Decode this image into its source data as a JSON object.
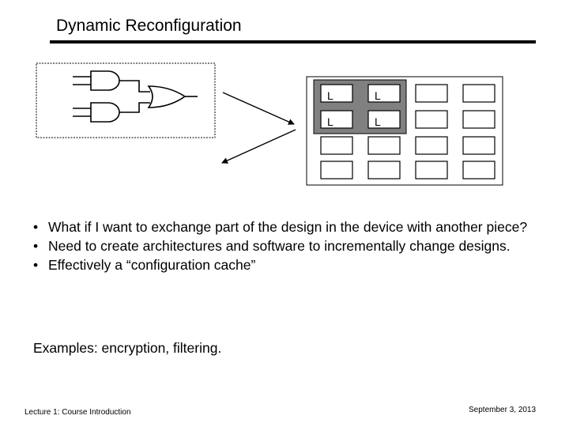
{
  "slide": {
    "title": "Dynamic Reconfiguration",
    "bullets": [
      "What if I want to exchange part of the design in the device with another piece?",
      "Need to create architectures and software to incrementally change designs.",
      "Effectively a “configuration cache”"
    ],
    "bullet_marker": "•",
    "examples": "Examples: encryption, filtering.",
    "footer_left": "Lecture 1: Course Introduction",
    "footer_right": "September 3, 2013"
  },
  "figure": {
    "block_labels": [
      "L",
      "L",
      "L",
      "L"
    ],
    "colors": {
      "configured_region": "#808080",
      "cell_fill": "#ffffff",
      "stroke": "#000000"
    }
  }
}
